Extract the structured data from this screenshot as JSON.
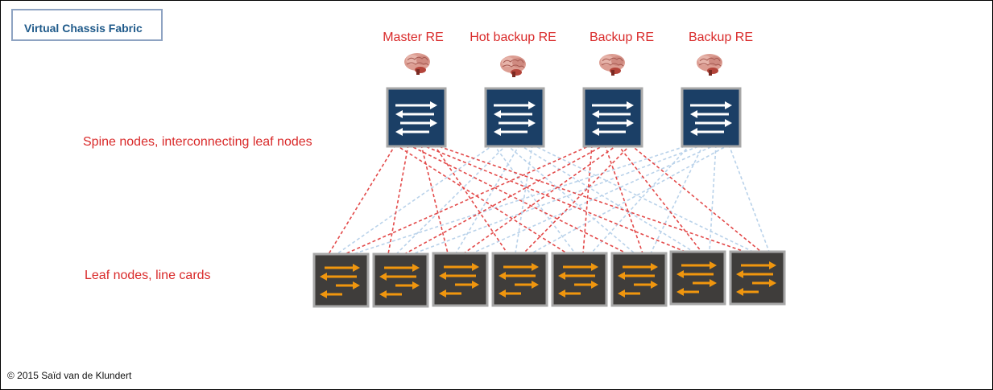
{
  "title": "Virtual Chassis Fabric",
  "spine_roles": [
    "Master RE",
    "Hot backup RE",
    "Backup RE",
    "Backup RE"
  ],
  "spine_label": "Spine nodes, interconnecting leaf nodes",
  "leaf_label": "Leaf nodes, line cards",
  "copyright": "© 2015 Saïd van de Klundert",
  "colors": {
    "spine_fill": "#1b3f66",
    "leaf_fill": "#3f3d3b",
    "node_border": "#a7a7a7",
    "spine_arrow": "#ffffff",
    "leaf_arrow": "#f0960e",
    "active_link": "#e34a4a",
    "backup_link": "#b9d2ea",
    "label_red": "#d92a2a"
  },
  "icons": {
    "re": "brain-icon",
    "spine": "switch-icon",
    "leaf": "line-card-icon"
  },
  "spine_count": 4,
  "leaf_count": 8
}
